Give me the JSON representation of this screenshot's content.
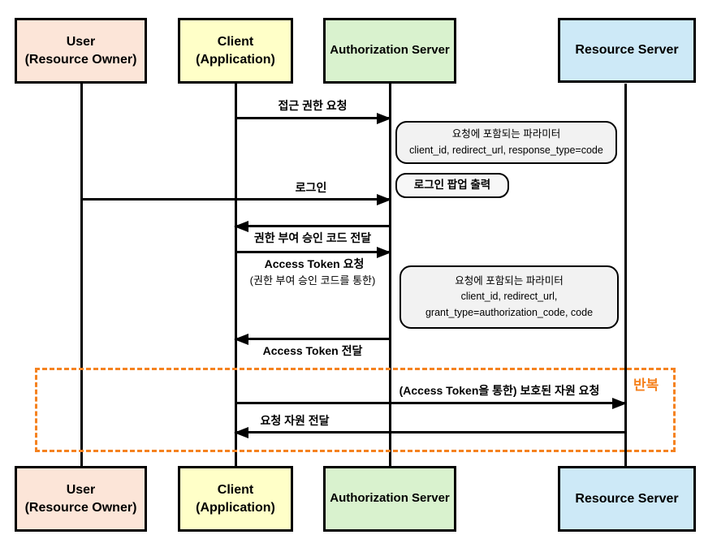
{
  "diagram": {
    "kind": "sequence-diagram",
    "subject": "OAuth authorization code flow"
  },
  "colors": {
    "user_fill": "#FCE5D8",
    "client_fill": "#FFFFC8",
    "auth_fill": "#D9F2CE",
    "resource_fill": "#CDE9F7",
    "note_fill": "#F2F2F2",
    "popup_note_fill": "#F7F7F7",
    "repeat_accent": "#F5821F",
    "line_color": "#000000"
  },
  "actors": {
    "user": {
      "line1": "User",
      "line2": "(Resource Owner)"
    },
    "client": {
      "line1": "Client",
      "line2": "(Application)"
    },
    "auth": {
      "line1": "Authorization Server",
      "line2": ""
    },
    "resource": {
      "line1": "Resource Server",
      "line2": ""
    }
  },
  "messages": {
    "m1": {
      "label": "접근 권한 요청",
      "from": "Client",
      "to": "Authorization Server"
    },
    "m2": {
      "label": "로그인",
      "from": "User",
      "to": "Authorization Server"
    },
    "m3": {
      "label": "권한 부여 승인 코드 전달",
      "from": "Authorization Server",
      "to": "Client"
    },
    "m4": {
      "label": "Access Token 요청",
      "sublabel": "(권한 부여 승인 코드를 통한)",
      "from": "Client",
      "to": "Authorization Server"
    },
    "m5": {
      "label": "Access Token 전달",
      "from": "Authorization Server",
      "to": "Client"
    },
    "m6": {
      "label": "(Access Token을 통한) 보호된 자원 요청",
      "from": "Client",
      "to": "Resource Server"
    },
    "m7": {
      "label": "요청 자원 전달",
      "from": "Resource Server",
      "to": "Client"
    }
  },
  "notes": {
    "auth_request_params": {
      "title": "요청에 포함되는 파라미터",
      "line2": "client_id, redirect_url, response_type=code"
    },
    "login_popup": {
      "text": "로그인 팝업 출력"
    },
    "token_request_params": {
      "title": "요청에 포함되는 파라미터",
      "line2": "client_id, redirect_url,",
      "line3": "grant_type=authorization_code, code"
    }
  },
  "repeat_box": {
    "label": "반복"
  }
}
